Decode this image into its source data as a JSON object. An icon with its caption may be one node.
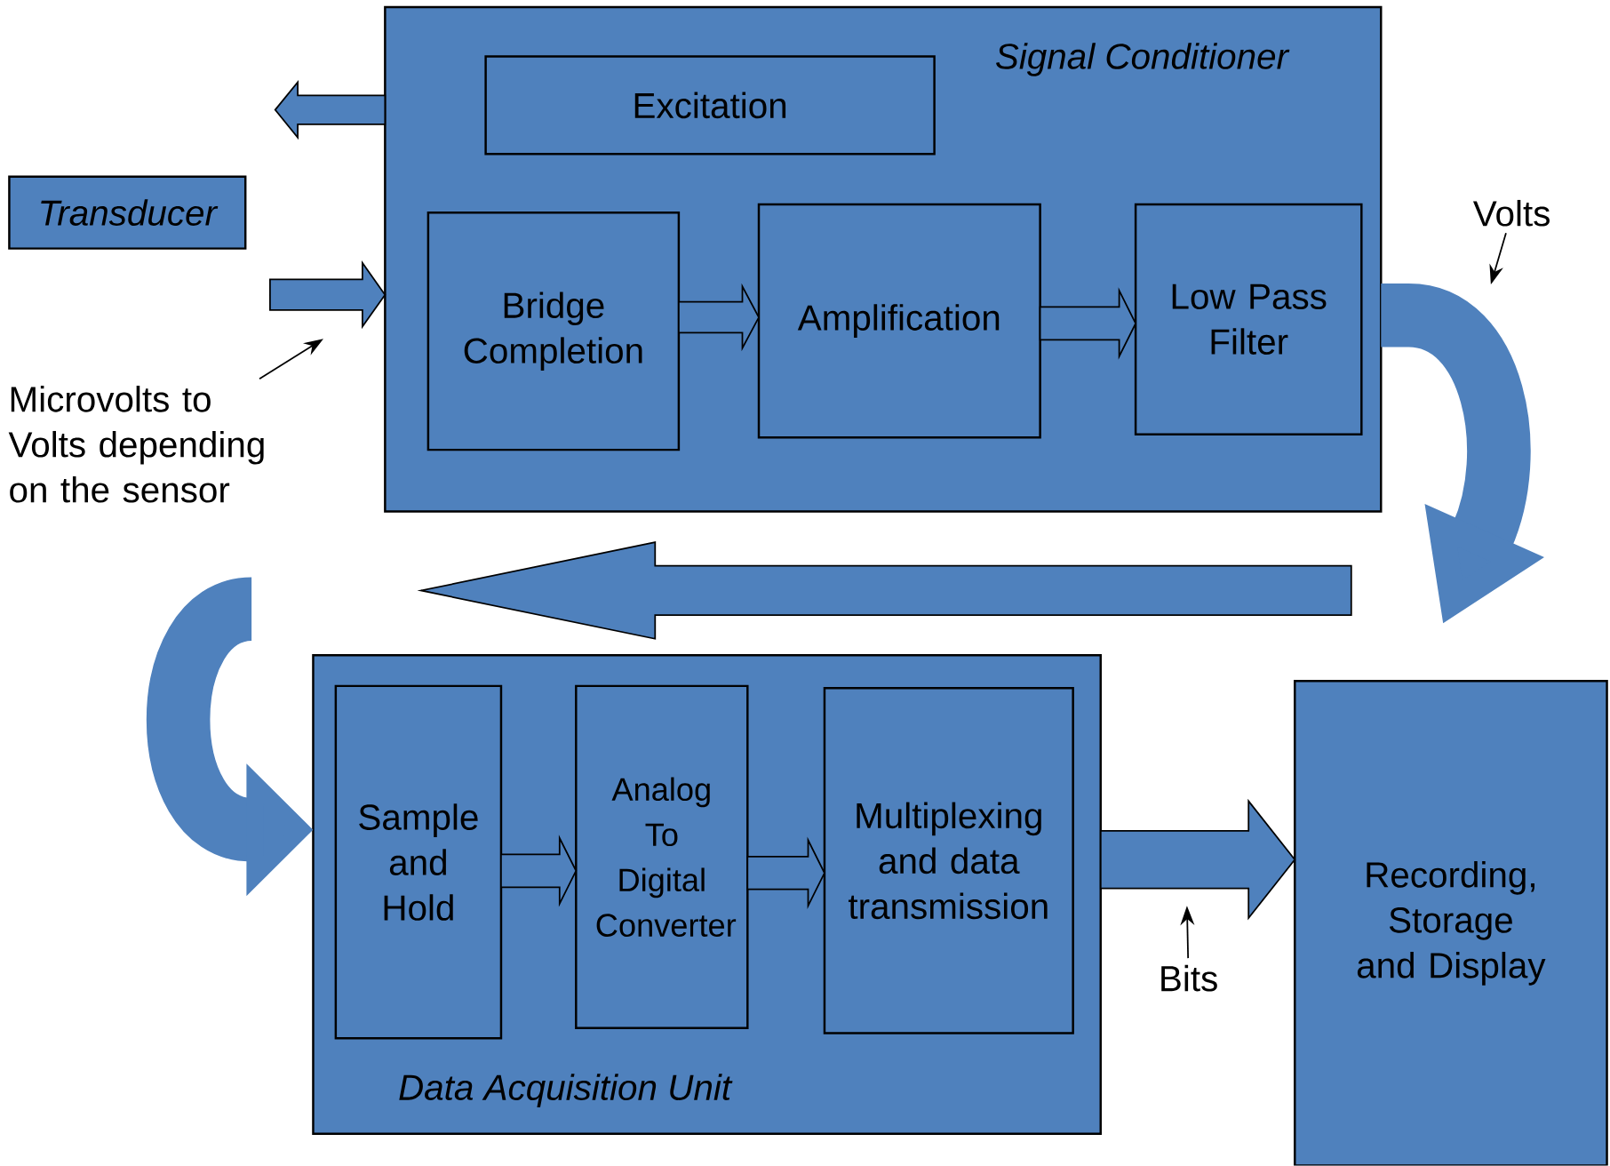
{
  "diagram": {
    "nodes": [
      {
        "text": [
          "Signal Conditioner"
        ]
      },
      {
        "text": [
          "Excitation"
        ],
        "in": 0
      },
      {
        "text": [
          "Bridge Completion"
        ],
        "in": 0
      },
      {
        "text": [
          "Amplification"
        ],
        "in": 0
      },
      {
        "text": [
          "Low Pass Filter"
        ],
        "in": 0
      },
      {
        "text": [
          "Transducer"
        ]
      },
      {
        "text": [
          "Microvolts to Volts depending on the sensor"
        ]
      },
      {
        "text": [
          "Data Acquisition Unit"
        ]
      },
      {
        "text": [
          "Sample and Hold"
        ],
        "in": 7
      },
      {
        "text": [
          "Analog To Digital Converter"
        ],
        "in": 7
      },
      {
        "text": [
          "Multiplexing and data transmission"
        ],
        "in": 7
      },
      {
        "text": [
          "Recording, Storage and Display"
        ]
      },
      {
        "text": [
          "Volts"
        ]
      },
      {
        "text": [
          "Bits"
        ]
      }
    ],
    "edges": [
      {
        "from": 0,
        "to": null,
        "arrow": "to"
      },
      {
        "from": null,
        "to": 0,
        "arrow": "to"
      },
      {
        "from": 2,
        "to": 3,
        "arrow": "to"
      },
      {
        "from": 3,
        "to": 4,
        "arrow": "to"
      },
      {
        "from": 0,
        "to": null,
        "arrow": "to",
        "style": "thick",
        "color": "#4f81bd"
      },
      {
        "from": null,
        "to": 7,
        "arrow": "to",
        "style": "thick",
        "color": "#4f81bd"
      },
      {
        "from": 8,
        "to": 9,
        "arrow": "to"
      },
      {
        "from": 9,
        "to": 10,
        "arrow": "to"
      },
      {
        "from": 7,
        "to": 11,
        "arrow": "to"
      },
      {
        "from": 6,
        "to": null,
        "arrow": "to"
      },
      {
        "from": 12,
        "to": null,
        "arrow": "to"
      },
      {
        "from": 13,
        "to": null,
        "arrow": "to"
      }
    ]
  }
}
